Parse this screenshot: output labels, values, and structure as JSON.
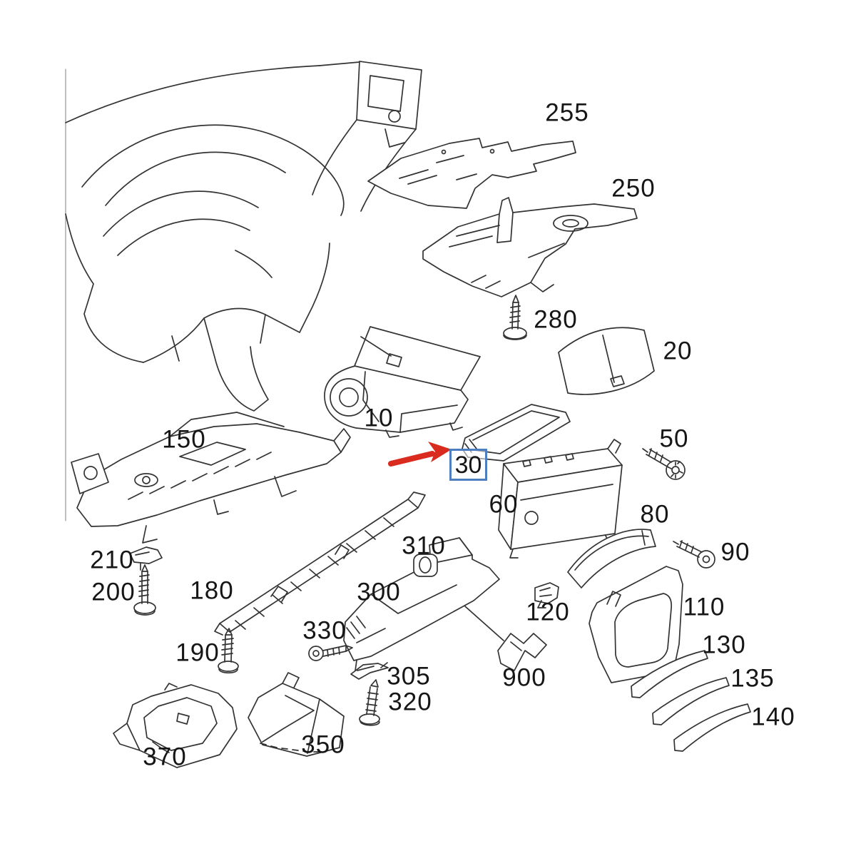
{
  "diagram": {
    "type": "exploded-parts-diagram",
    "subject": "Vehicle dashboard / glove compartment assembly",
    "highlight": {
      "highlighted_part": "30",
      "arrow_color": "#d92b1e",
      "box_border_color": "#4d7ec0"
    }
  },
  "labels": {
    "p10": "10",
    "p20": "20",
    "p30": "30",
    "p50": "50",
    "p60": "60",
    "p80": "80",
    "p90": "90",
    "p110": "110",
    "p120": "120",
    "p130": "130",
    "p135": "135",
    "p140": "140",
    "p150": "150",
    "p180": "180",
    "p190": "190",
    "p200": "200",
    "p210": "210",
    "p250": "250",
    "p255": "255",
    "p280": "280",
    "p300": "300",
    "p305": "305",
    "p310": "310",
    "p320": "320",
    "p330": "330",
    "p350": "350",
    "p370": "370",
    "p900": "900"
  }
}
